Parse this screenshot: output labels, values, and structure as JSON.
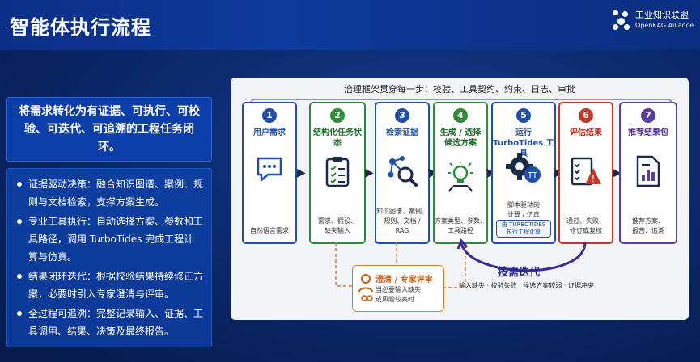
{
  "header": {
    "title": "智能体执行流程",
    "logo_line1": "工业知识联盟",
    "logo_line2": "OpenKAG Alliance"
  },
  "left_panel": {
    "heading": "将需求转化为有证据、可执行、可校验、可迭代、可追溯的工程任务闭环。",
    "items": [
      "证据驱动决策：融合知识图谱、案例、规则与文档检索，支撑方案生成。",
      "专业工具执行：自动选择方案、参数和工具路径，调用 TurboTides 完成工程计算与仿真。",
      "结果闭环迭代：根据校验结果持续修正方案，必要时引入专家澄清与评审。",
      "全过程可追溯：完整记录输入、证据、工具调用、结果、决策及最终报告。"
    ]
  },
  "flow": {
    "governance": "治理框架贯穿每一步：校验、工具契约、约束、日志、审批",
    "steps": [
      {
        "num": "1",
        "title": "用户需求",
        "desc": "自然语言需求",
        "icon": "chat-bubble-icon",
        "color": "#1f4fa8"
      },
      {
        "num": "2",
        "title": "结构化任务状态",
        "desc": "需求、假设、\n缺失输入",
        "icon": "clipboard-checklist-icon",
        "color": "#2e8b3a"
      },
      {
        "num": "3",
        "title": "检索证据",
        "desc": "知识图谱、案例、\n规则、文档 / RAG",
        "icon": "graph-search-icon",
        "color": "#1f4fa8"
      },
      {
        "num": "4",
        "title": "生成 / 选择\n候选方案",
        "desc": "方案类型、参数、\n工具路径",
        "icon": "lightbulb-icon",
        "color": "#2e8b3a"
      },
      {
        "num": "5",
        "title": "运行\nTurboTides 工具",
        "desc": "脚本驱动的\n计算 / 仿真",
        "icon": "gear-icon",
        "color": "#1f4fa8",
        "badge": "由 TURBOTIDES\n执行工程计算"
      },
      {
        "num": "6",
        "title": "评估结果",
        "desc": "通过、失败、\n修订或复核",
        "icon": "checklist-warning-icon",
        "color": "#c0392b"
      },
      {
        "num": "7",
        "title": "推荐结果包",
        "desc": "推荐方案、\n报告、追溯",
        "icon": "report-document-icon",
        "color": "#5b3fa0"
      }
    ],
    "clarify": {
      "title": "澄清 / 专家评审",
      "desc": "当必要输入缺失\n或风险较高时"
    },
    "iterate": {
      "title": "按需迭代",
      "desc": "输入缺失 · 校验失败 · 候选方案较弱 · 证据冲突"
    }
  }
}
